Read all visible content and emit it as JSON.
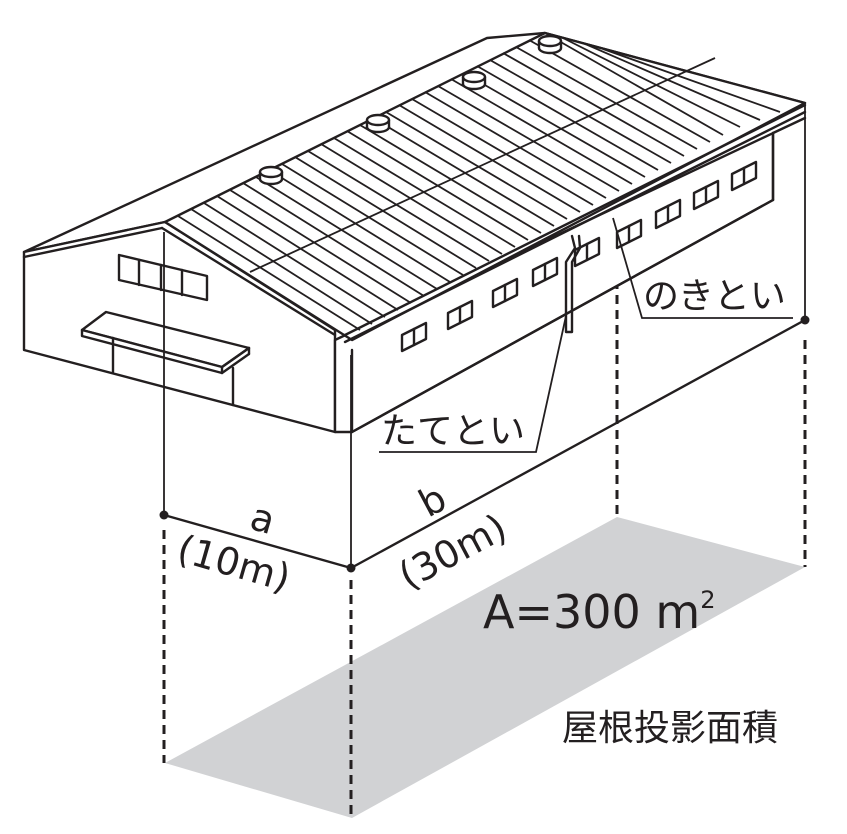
{
  "diagram": {
    "title": "Roof projected area diagram",
    "colors": {
      "line": "#231f20",
      "projection_fill": "#d1d2d4",
      "background": "#ffffff"
    },
    "labels": {
      "eaves_gutter": "のきとい",
      "downspout": "たてとい",
      "dim_a_name": "a",
      "dim_a_value": "(10m)",
      "dim_b_name": "b",
      "dim_b_value": "(30m)",
      "area_formula": "A=300 m",
      "area_exponent": "2",
      "area_caption": "屋根投影面積"
    },
    "dimensions": {
      "a": {
        "symbol": "a",
        "length_m": 10
      },
      "b": {
        "symbol": "b",
        "length_m": 30
      },
      "area": {
        "symbol": "A",
        "value_m2": 300
      }
    }
  }
}
